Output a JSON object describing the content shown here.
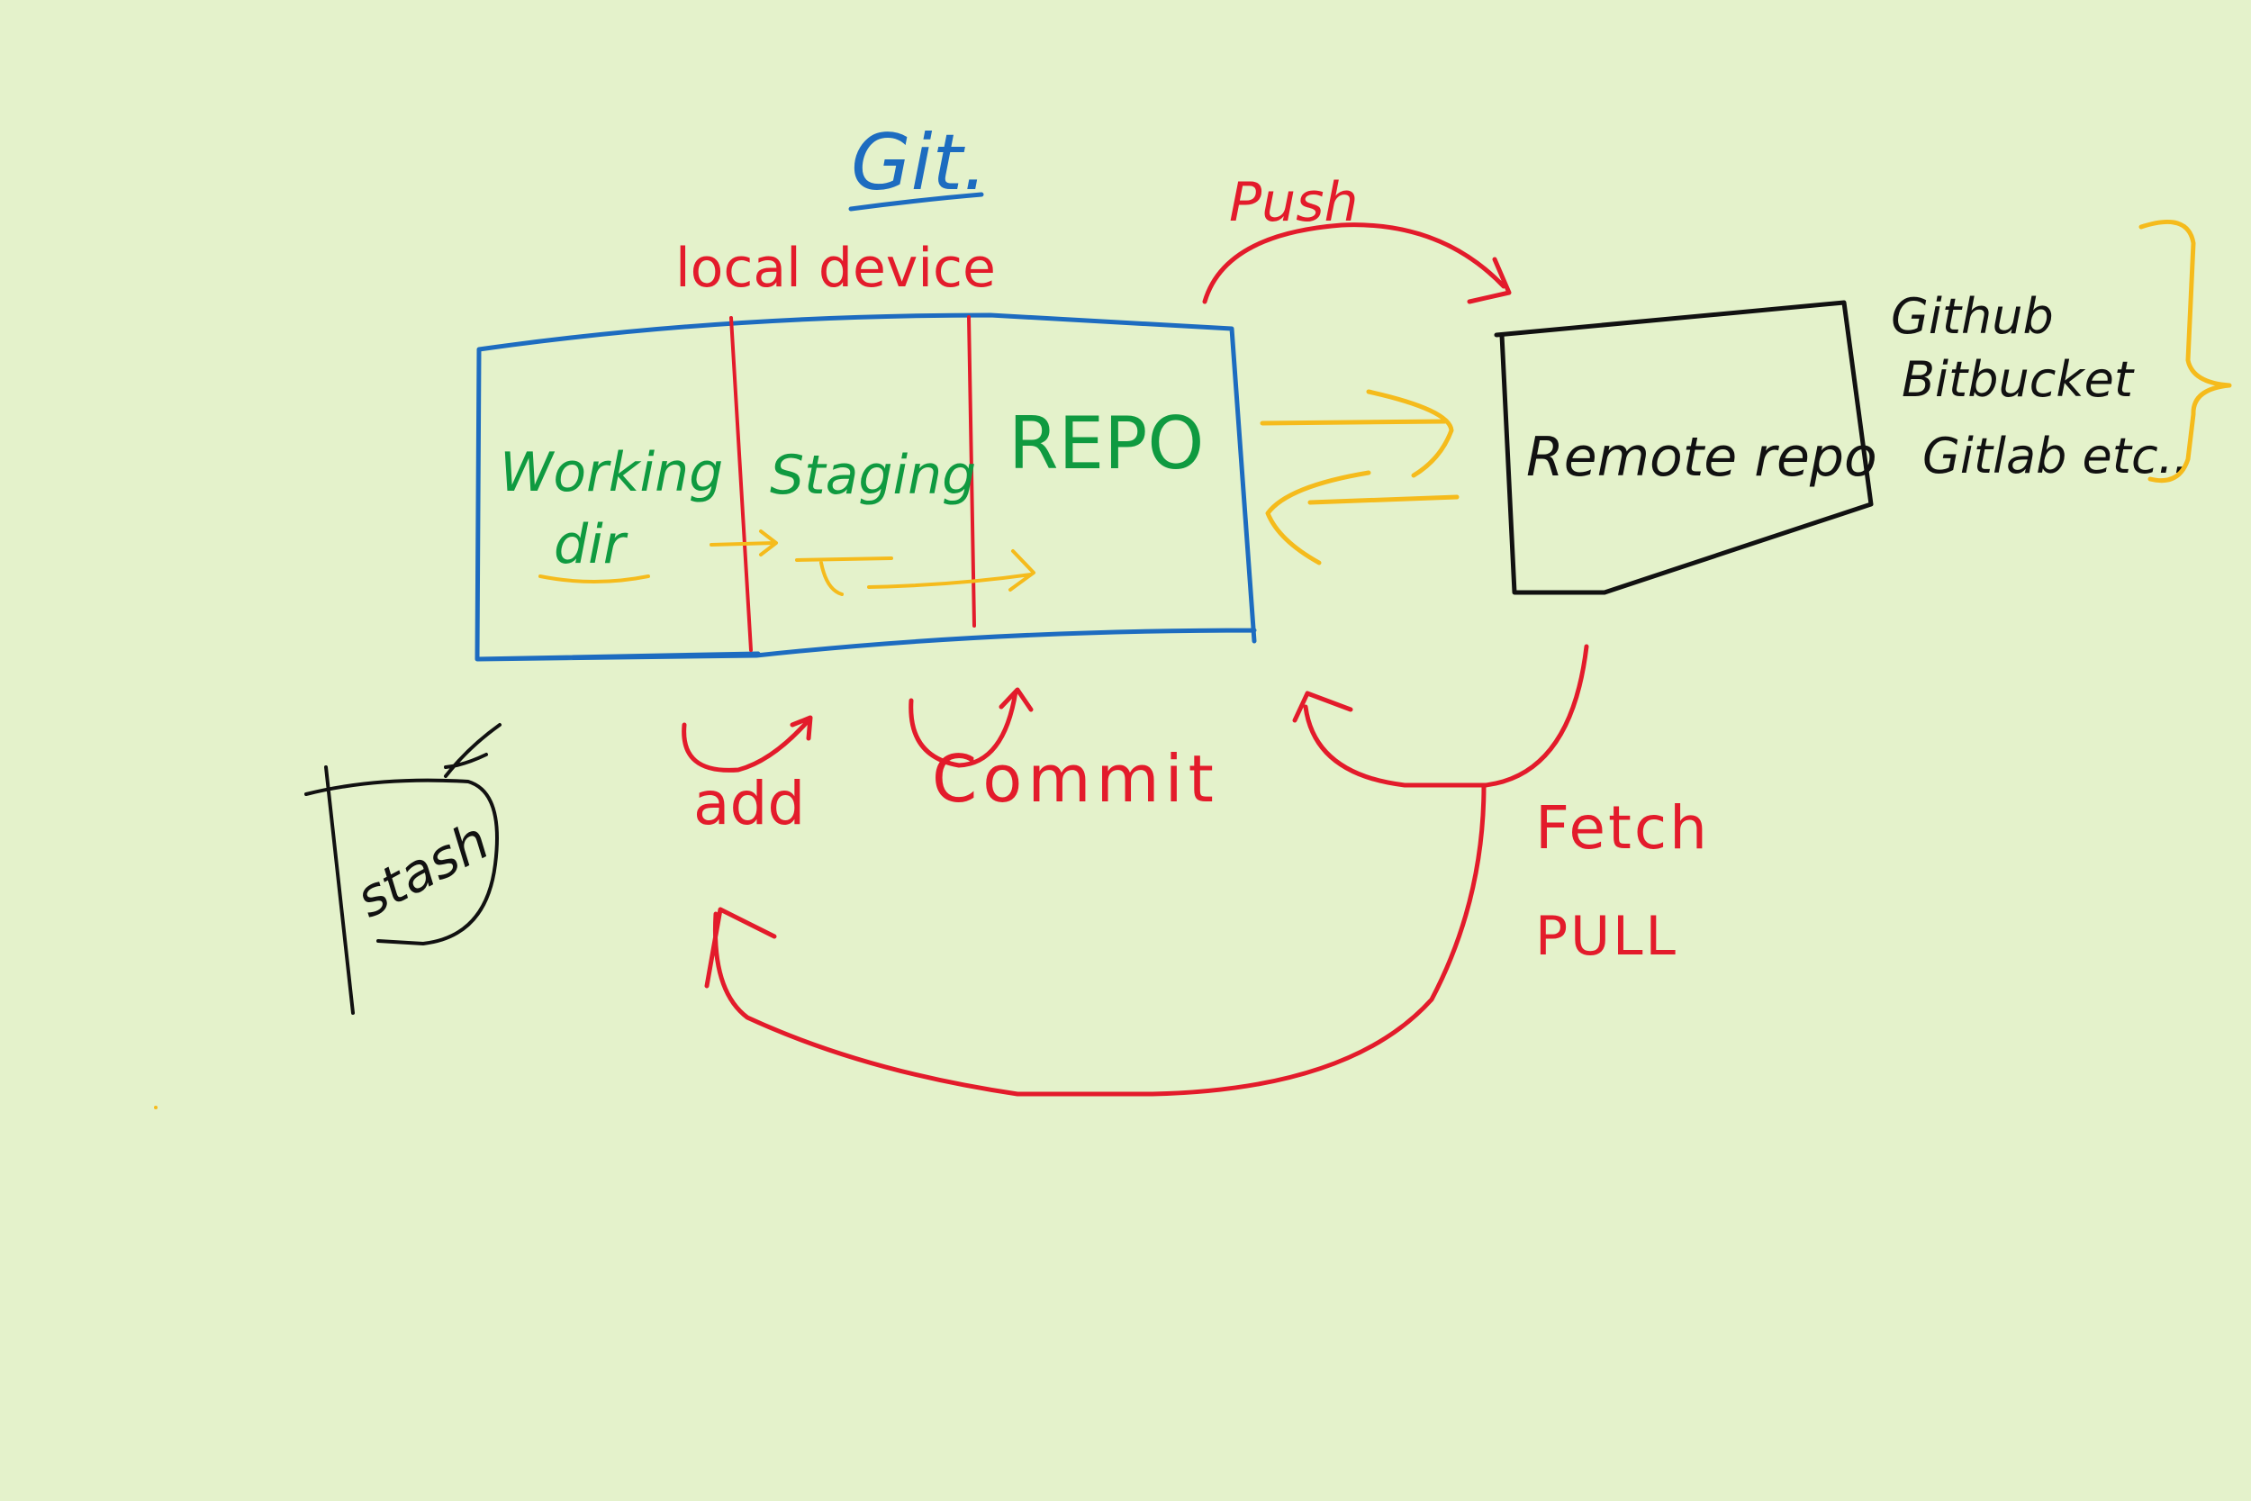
{
  "title": "Git.",
  "local_device_label": "local device",
  "sections": {
    "working_dir_line1": "Working",
    "working_dir_line2": "dir",
    "staging": "Staging",
    "repo": "REPO"
  },
  "remote": {
    "label": "Remote repo",
    "hosts": [
      "Github",
      "Bitbucket",
      "Gitlab etc.."
    ]
  },
  "operations": {
    "push": "Push",
    "add": "add",
    "commit": "Commit",
    "fetch": "Fetch",
    "pull": "PULL",
    "stash": "stash"
  },
  "colors": {
    "background": "#e4f2cb",
    "blue": "#1d6cc0",
    "red": "#e31b2b",
    "green": "#0f9a40",
    "yellow": "#f5bb1c",
    "black": "#111111"
  }
}
